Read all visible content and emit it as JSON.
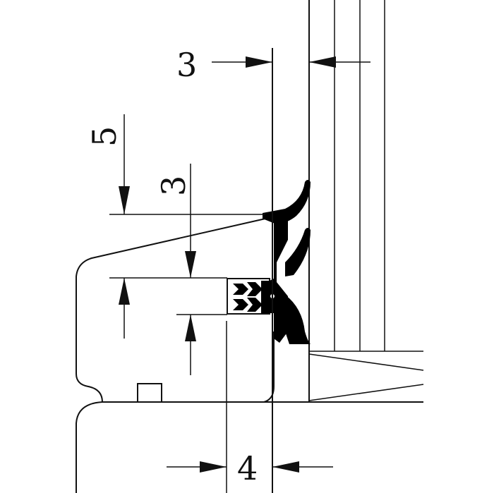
{
  "drawing": {
    "colors": {
      "line": "#111111",
      "background": "#ffffff",
      "seal": "#000000"
    },
    "dimensions": {
      "top_gap": "3",
      "seal_height": "5",
      "seal_depth": "3",
      "bottom_width": "4"
    }
  }
}
